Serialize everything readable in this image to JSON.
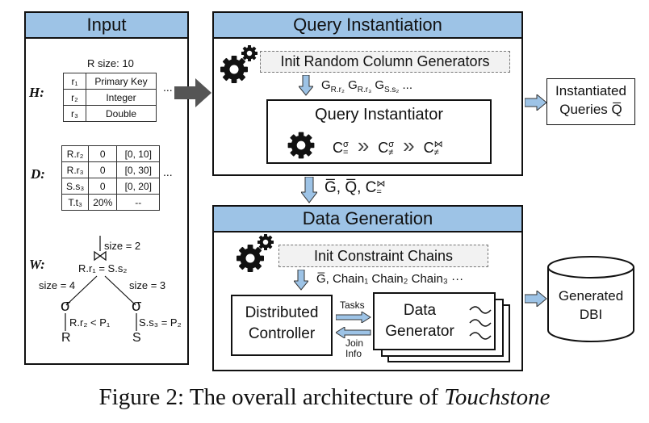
{
  "input": {
    "title": "Input",
    "h_label": "H:",
    "d_label": "D:",
    "w_label": "W:",
    "r_size": "R size: 10",
    "ellipsis": "...",
    "h_rows": [
      [
        "r₁",
        "Primary Key"
      ],
      [
        "r₂",
        "Integer"
      ],
      [
        "r₃",
        "Double"
      ]
    ],
    "d_rows": [
      [
        "R.r₂",
        "0",
        "[0, 10]"
      ],
      [
        "R.r₃",
        "0",
        "[0, 30]"
      ],
      [
        "S.s₃",
        "0",
        "[0, 20]"
      ],
      [
        "T.t₃",
        "20%",
        "--"
      ]
    ],
    "w_tree": {
      "size_top": "size = 2",
      "join_cond": "R.r₁ = S.s₂",
      "size_left": "size = 4",
      "size_right": "size = 3",
      "sigma": "σ",
      "filter_left": "R.r₂ < P₁",
      "filter_right": "S.s₃ = P₂",
      "leaf_left": "R",
      "leaf_right": "S"
    }
  },
  "query_instantiation": {
    "title": "Query Instantiation",
    "init_generators": "Init Random Column Generators",
    "generators": "G",
    "gen_subs": [
      "R.r₂",
      "R.r₃",
      "S.s₂"
    ],
    "gen_ellipsis": "...",
    "instantiator_title": "Query Instantiator",
    "chain": [
      "C",
      "C",
      "C"
    ],
    "chain_sups": [
      "σ",
      "σ",
      "⋈"
    ],
    "chain_subs": [
      "=",
      "≠",
      "≠"
    ],
    "chain_sep": "»"
  },
  "transfer": {
    "label": "G̅, Q̅, C",
    "sup": "⋈",
    "sub": "="
  },
  "instantiated_queries": {
    "line1": "Instantiated",
    "line2": "Queries Q̅"
  },
  "data_generation": {
    "title": "Data Generation",
    "init_chains": "Init Constraint Chains",
    "chains_line": "G̅, Chain₁ Chain₂ Chain₃ ···",
    "controller_line1": "Distributed",
    "controller_line2": "Controller",
    "tasks_label": "Tasks",
    "join_info_line1": "Join",
    "join_info_line2": "Info",
    "generator_line1": "Data",
    "generator_line2": "Generator"
  },
  "generated_dbi": {
    "line1": "Generated",
    "line2": "DBI"
  },
  "caption": {
    "prefix": "Figure 2: The overall architecture of ",
    "system": "Touchstone"
  },
  "colors": {
    "header_blue": "#9dc3e6",
    "arrow_blue": "#9dc3e6",
    "dark_arrow": "#555555"
  }
}
